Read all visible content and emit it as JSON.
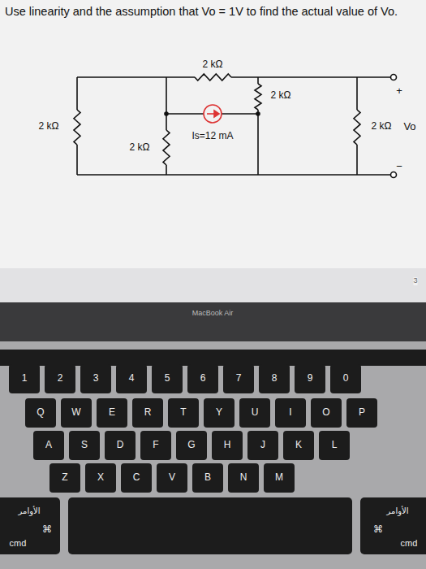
{
  "diagram": {
    "title": "Use linearity and the assumption that Vo = 1V to find the actual value of Vo.",
    "labels": [
      "+",
      "2 kΩ",
      "2 kΩ",
      "2 kΩ",
      "2 kΩ",
      "Vo",
      "2 kΩ",
      "Is=12 mA",
      "−",
      "3",
      "MacBook Air",
      "1",
      "2",
      "3",
      "4",
      "5",
      "6",
      "7",
      "8",
      "9",
      "0",
      "Q",
      "W",
      "E",
      "R",
      "T",
      "Y",
      "U",
      "I",
      "O",
      "P",
      "A",
      "S",
      "D",
      "F",
      "G",
      "H",
      "J",
      "K",
      "L",
      "Z",
      "X",
      "C",
      "V",
      "B",
      "N",
      "M",
      "الأوامر",
      "⌘",
      "cmd",
      "الأوامر",
      "⌘",
      "cmd"
    ]
  }
}
